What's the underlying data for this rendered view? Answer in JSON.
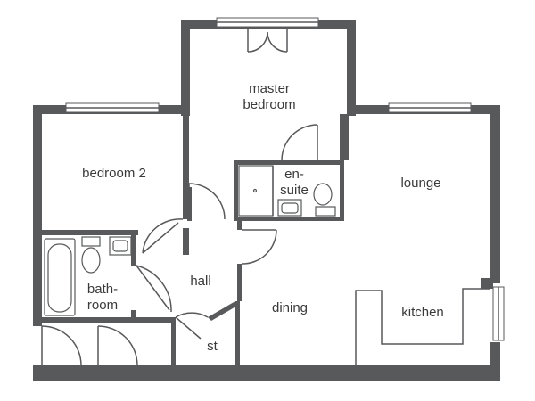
{
  "rooms": {
    "master_bedroom": [
      "master",
      "bedroom"
    ],
    "bedroom2": "bedroom 2",
    "ensuite": [
      "en-",
      "suite"
    ],
    "lounge": "lounge",
    "bathroom": [
      "bath-",
      "room"
    ],
    "hall": "hall",
    "dining": "dining",
    "kitchen": "kitchen",
    "store": "st"
  },
  "colors": {
    "wall": "#58595b",
    "background": "#ffffff",
    "text": "#3a3a3a"
  }
}
